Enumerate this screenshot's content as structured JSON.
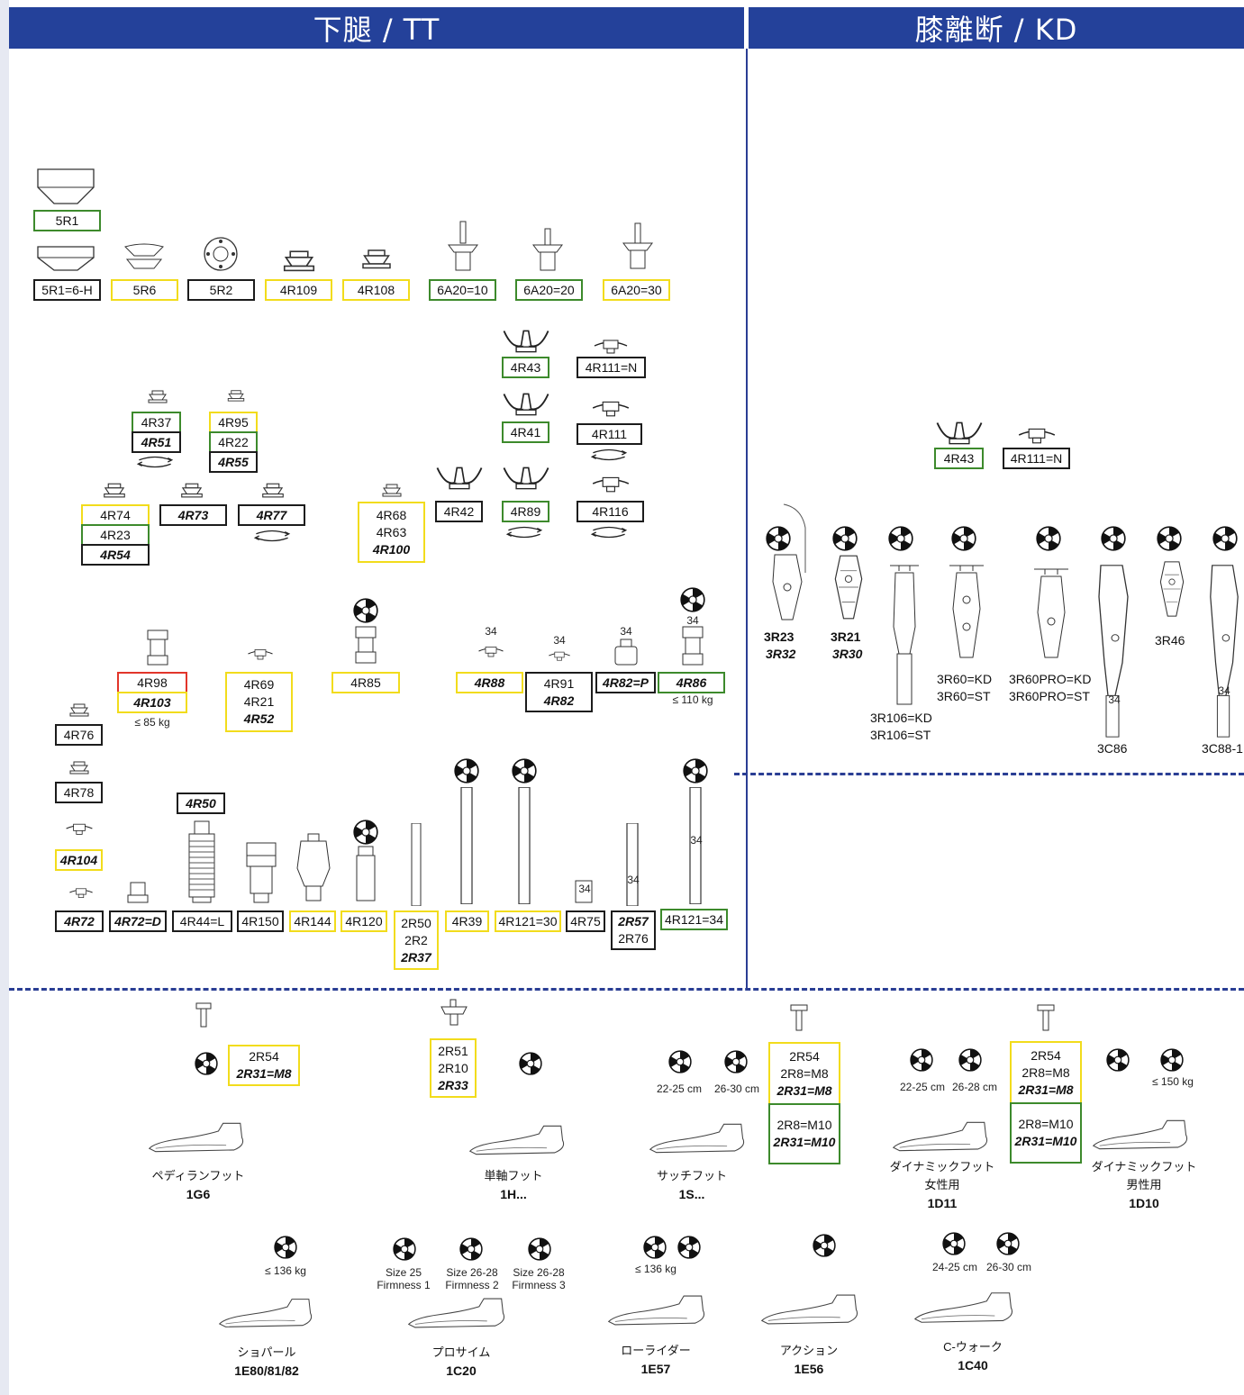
{
  "headers": {
    "tt": "下腿 / TT",
    "kd": "膝離断 / KD"
  },
  "colors": {
    "header_bg": "#24419a",
    "yellow": "#f2dc1c",
    "green": "#3d8a2c",
    "red": "#e2352a",
    "black": "#1c1c1c"
  },
  "labels": {
    "row1": {
      "5R1": "5R1",
      "5R1_6H": "5R1=6-H",
      "5R6": "5R6",
      "5R2": "5R2",
      "4R109": "4R109",
      "4R108": "4R108",
      "6A20_10": "6A20=10",
      "6A20_20": "6A20=20",
      "6A20_30": "6A20=30"
    },
    "row2": {
      "4R43": "4R43",
      "4R111N": "4R111=N",
      "4R41": "4R41",
      "4R111": "4R111",
      "4R37": "4R37",
      "4R51": "4R51",
      "4R95": "4R95",
      "4R22": "4R22",
      "4R55": "4R55",
      "4R74": "4R74",
      "4R23": "4R23",
      "4R54": "4R54",
      "4R73": "4R73",
      "4R77": "4R77",
      "4R68": "4R68",
      "4R63": "4R63",
      "4R100": "4R100",
      "4R42": "4R42",
      "4R89": "4R89",
      "4R116": "4R116"
    },
    "row3": {
      "4R98": "4R98",
      "4R103": "4R103",
      "w85": "≤ 85 kg",
      "4R69": "4R69",
      "4R21": "4R21",
      "4R52": "4R52",
      "4R85": "4R85",
      "4R88": "4R88",
      "4R91": "4R91",
      "4R82": "4R82",
      "4R82P": "4R82=P",
      "4R86": "4R86",
      "w110": "≤ 110 kg",
      "4R76": "4R76",
      "4R78": "4R78",
      "4R104": "4R104",
      "4R50": "4R50"
    },
    "row4": {
      "4R72": "4R72",
      "4R72D": "4R72=D",
      "4R44L": "4R44=L",
      "4R150": "4R150",
      "4R144": "4R144",
      "4R120": "4R120",
      "2R50": "2R50",
      "2R2": "2R2",
      "2R37": "2R37",
      "4R39": "4R39",
      "4R121_30": "4R121=30",
      "4R75": "4R75",
      "2R57": "2R57",
      "2R76": "2R76",
      "4R121_34": "4R121=34"
    },
    "kd": {
      "4R43": "4R43",
      "4R111N": "4R111=N",
      "3R23": "3R23",
      "3R32": "3R32",
      "3R21": "3R21",
      "3R30": "3R30",
      "3R60KD": "3R60=KD",
      "3R60ST": "3R60=ST",
      "3R60PROKD": "3R60PRO=KD",
      "3R60PROST": "3R60PRO=ST",
      "3R46": "3R46",
      "3R106KD": "3R106=KD",
      "3R106ST": "3R106=ST",
      "3C86": "3C86",
      "3C88": "3C88-1",
      "n34a": "34",
      "n34b": "34"
    },
    "misc34": {
      "a": "34",
      "b": "34",
      "c": "34",
      "d": "34",
      "e": "34",
      "f": "34",
      "g": "34"
    },
    "adapters": {
      "2R54a": "2R54",
      "2R31M8a": "2R31=M8",
      "2R51": "2R51",
      "2R10": "2R10",
      "2R33": "2R33",
      "2R54b": "2R54",
      "2R8M8b": "2R8=M8",
      "2R31M8b": "2R31=M8",
      "2R8M10b": "2R8=M10",
      "2R31M10b": "2R31=M10",
      "2R54c": "2R54",
      "2R8M8c": "2R8=M8",
      "2R31M8c": "2R31=M8",
      "2R8M10c": "2R8=M10",
      "2R31M10c": "2R31=M10"
    },
    "sizes": {
      "s2225a": "22-25 cm",
      "s2630a": "26-30 cm",
      "s2225b": "22-25 cm",
      "s2628b": "26-28 cm",
      "w150": "≤ 150 kg",
      "w136a": "≤ 136 kg",
      "size25": "Size 25",
      "firm1": "Firmness 1",
      "size2628a": "Size 26-28",
      "firm2": "Firmness 2",
      "size2628b": "Size 26-28",
      "firm3": "Firmness 3",
      "w136b": "≤ 136 kg",
      "s2425": "24-25 cm",
      "s2630c": "26-30 cm"
    }
  },
  "feet": [
    {
      "name": "ペディランフット",
      "code": "1G6"
    },
    {
      "name": "単軸フット",
      "code": "1H..."
    },
    {
      "name": "サッチフット",
      "code": "1S..."
    },
    {
      "name": "ダイナミックフット\n女性用",
      "code": "1D11"
    },
    {
      "name": "ダイナミックフット\n男性用",
      "code": "1D10"
    },
    {
      "name": "ショパール",
      "code": "1E80/81/82"
    },
    {
      "name": "プロサイム",
      "code": "1C20"
    },
    {
      "name": "ローライダー",
      "code": "1E57"
    },
    {
      "name": "アクション",
      "code": "1E56"
    },
    {
      "name": "C-ウォーク",
      "code": "1C40"
    }
  ]
}
